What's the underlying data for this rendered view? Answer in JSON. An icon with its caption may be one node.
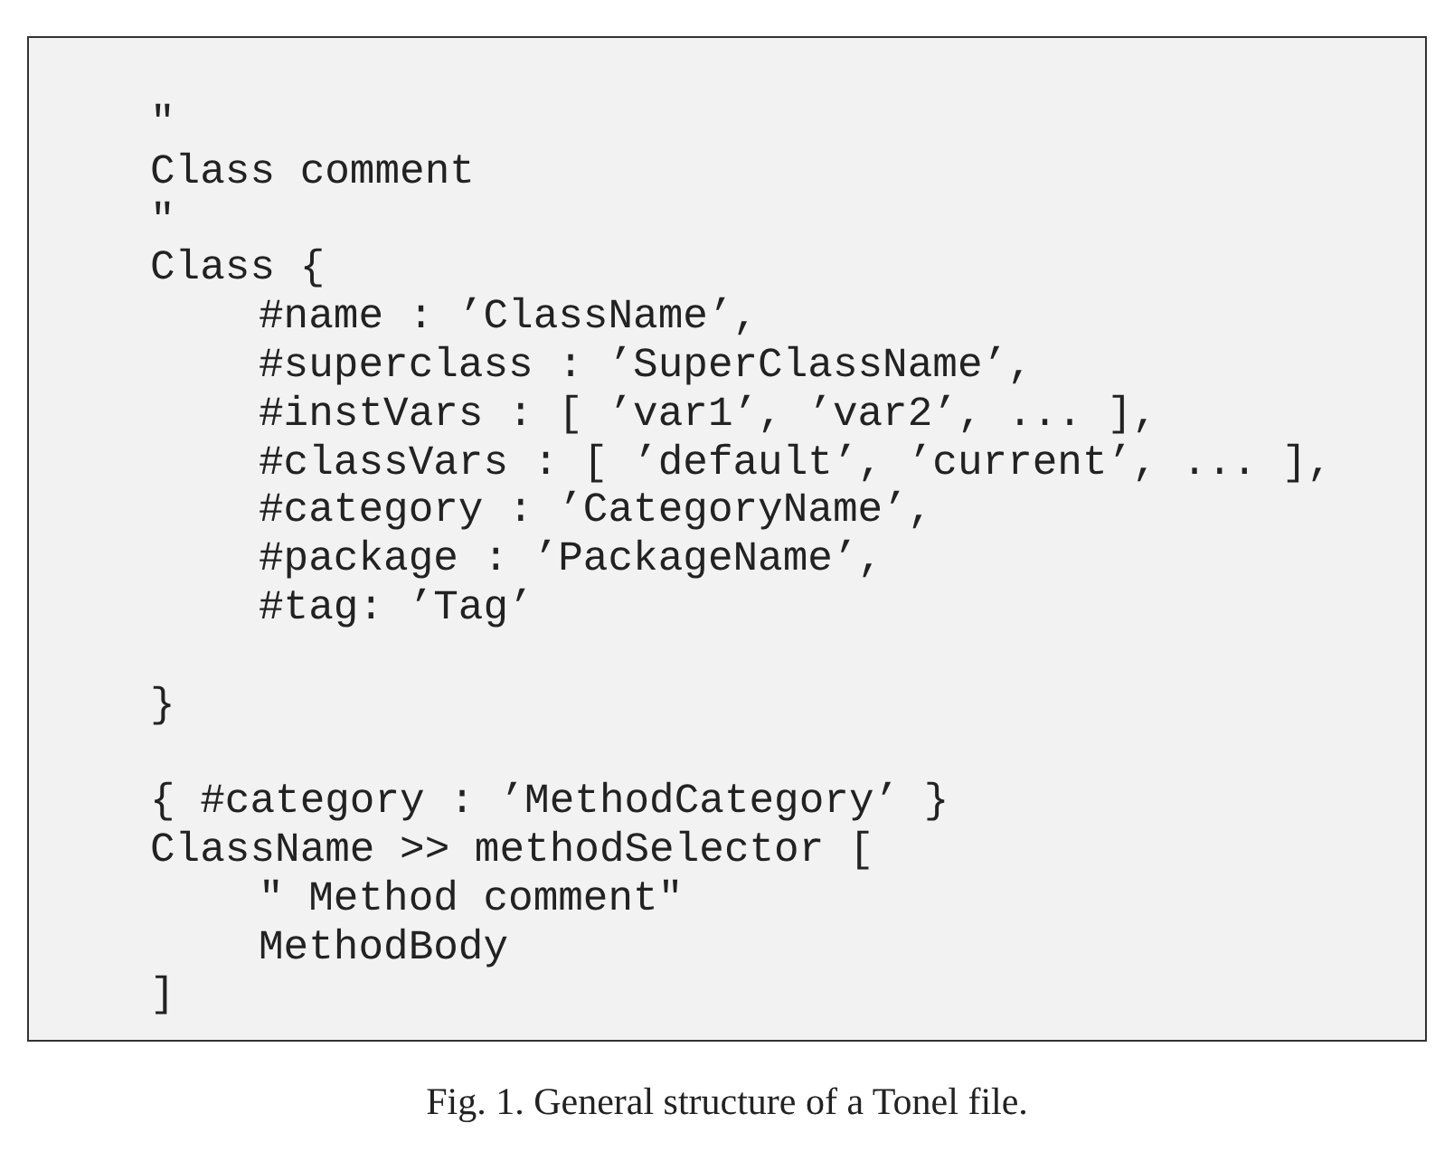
{
  "diagram": {
    "caption": "Fig. 1. General structure of a Tonel file.",
    "labels": [
      "\"",
      "Class comment",
      "\"",
      "Class {",
      "#name : ’ClassName’,",
      "#superclass : ’SuperClassName’,",
      "#instVars : [ ’var1’, ’var2’, ... ],",
      "#classVars : [ ’default’, ’current’, ... ],",
      "#category : ’CategoryName’,",
      "#package : ’PackageName’,",
      "#tag: ’Tag’",
      "}",
      "{ #category : ’MethodCategory’ }",
      "ClassName >> methodSelector [",
      "\" Method comment\"",
      "MethodBody",
      "]"
    ]
  }
}
